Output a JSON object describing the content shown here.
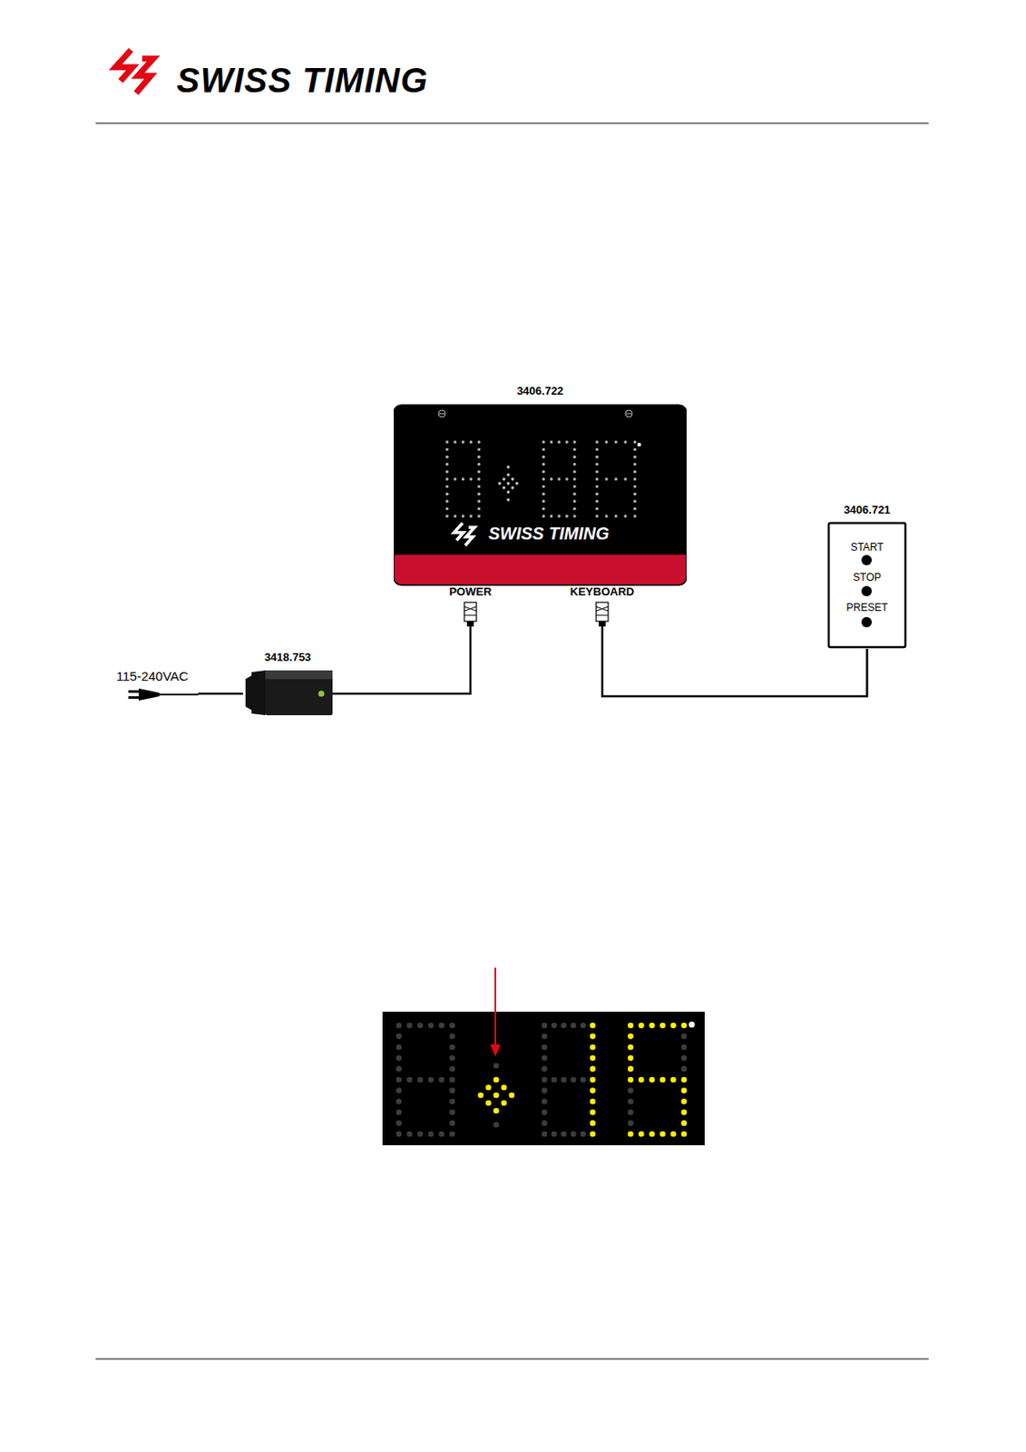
{
  "diagram": {
    "nodes": [
      {
        "text": [
          "3406.722",
          "SWISS TIMING"
        ]
      },
      {
        "text": [
          "3406.721",
          "START",
          "STOP",
          "PRESET"
        ]
      },
      {
        "text": [
          "3418.753"
        ]
      },
      {
        "text": [
          "115-240VAC"
        ]
      }
    ],
    "edges": [
      {
        "from": 3,
        "to": 2,
        "arrow": "none"
      },
      {
        "from": 2,
        "to": 0,
        "arrow": "none"
      },
      {
        "from": 1,
        "to": 0,
        "arrow": "none"
      }
    ],
    "labels": [
      "SWISS TIMING",
      "POWER",
      "KEYBOARD"
    ]
  }
}
